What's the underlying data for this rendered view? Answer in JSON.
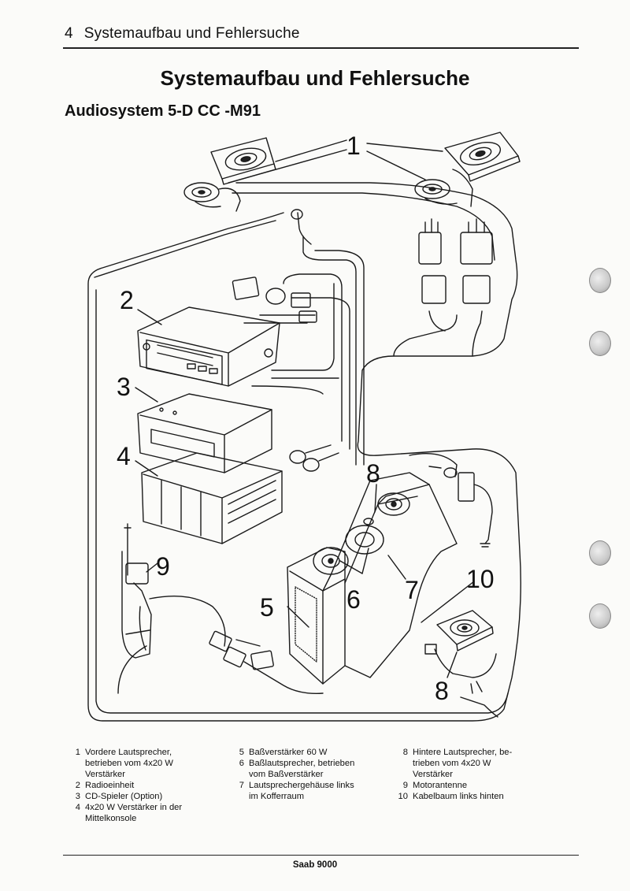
{
  "header": {
    "page_number": "4",
    "section": "Systemaufbau und Fehlersuche"
  },
  "title": "Systemaufbau und Fehlersuche",
  "subtitle": "Audiosystem 5-D CC -M91",
  "diagram": {
    "callouts": [
      "1",
      "2",
      "3",
      "4",
      "5",
      "6",
      "7",
      "8",
      "8",
      "9",
      "10"
    ]
  },
  "legend": {
    "col1": [
      {
        "n": "1",
        "text": "Vordere Lautsprecher,\nbetrieben vom 4x20 W\nVerstärker"
      },
      {
        "n": "2",
        "text": "Radioeinheit"
      },
      {
        "n": "3",
        "text": "CD-Spieler (Option)"
      },
      {
        "n": "4",
        "text": "4x20 W Verstärker in der\nMittelkonsole"
      }
    ],
    "col2": [
      {
        "n": "5",
        "text": "Baßverstärker 60 W"
      },
      {
        "n": "6",
        "text": "Baßlautsprecher, betrieben\nvom Baßverstärker"
      },
      {
        "n": "7",
        "text": "Lautsprechergehäuse links\nim Kofferraum"
      }
    ],
    "col3": [
      {
        "n": "8",
        "text": "Hintere Lautsprecher, be-\ntrieben vom 4x20 W\nVerstärker"
      },
      {
        "n": "9",
        "text": "Motorantenne"
      },
      {
        "n": "10",
        "text": "Kabelbaum links hinten"
      }
    ]
  },
  "footer": "Saab 9000"
}
